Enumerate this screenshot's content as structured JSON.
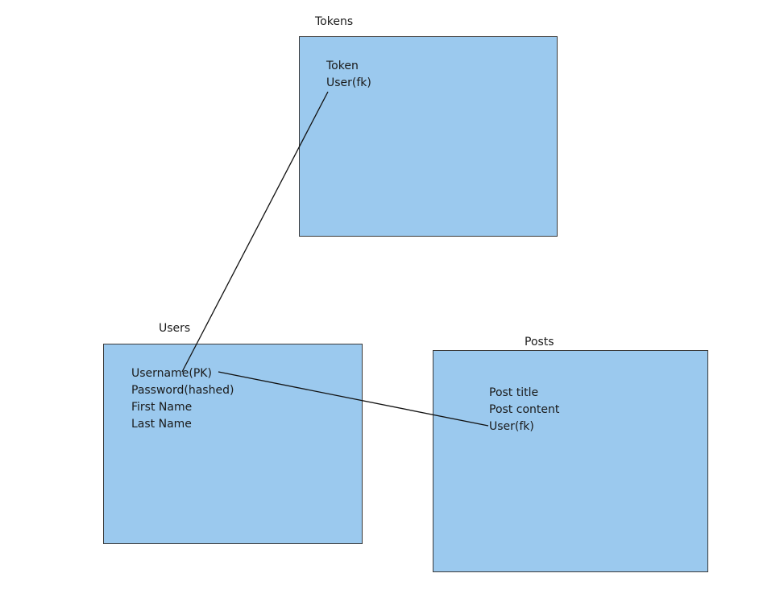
{
  "colors": {
    "entity_fill": "#9bc9ee",
    "entity_border": "#3a3a3a",
    "connector": "#111111"
  },
  "tables": {
    "tokens": {
      "title": "Tokens",
      "fields": [
        "Token",
        "User(fk)"
      ]
    },
    "users": {
      "title": "Users",
      "fields": [
        "Username(PK)",
        "Password(hashed)",
        "First Name",
        "Last Name"
      ]
    },
    "posts": {
      "title": "Posts",
      "fields": [
        "Post title",
        "Post content",
        "User(fk)"
      ]
    }
  },
  "relationships": [
    {
      "from": "tokens.User(fk)",
      "to": "users.Username(PK)"
    },
    {
      "from": "posts.User(fk)",
      "to": "users.Username(PK)"
    }
  ]
}
